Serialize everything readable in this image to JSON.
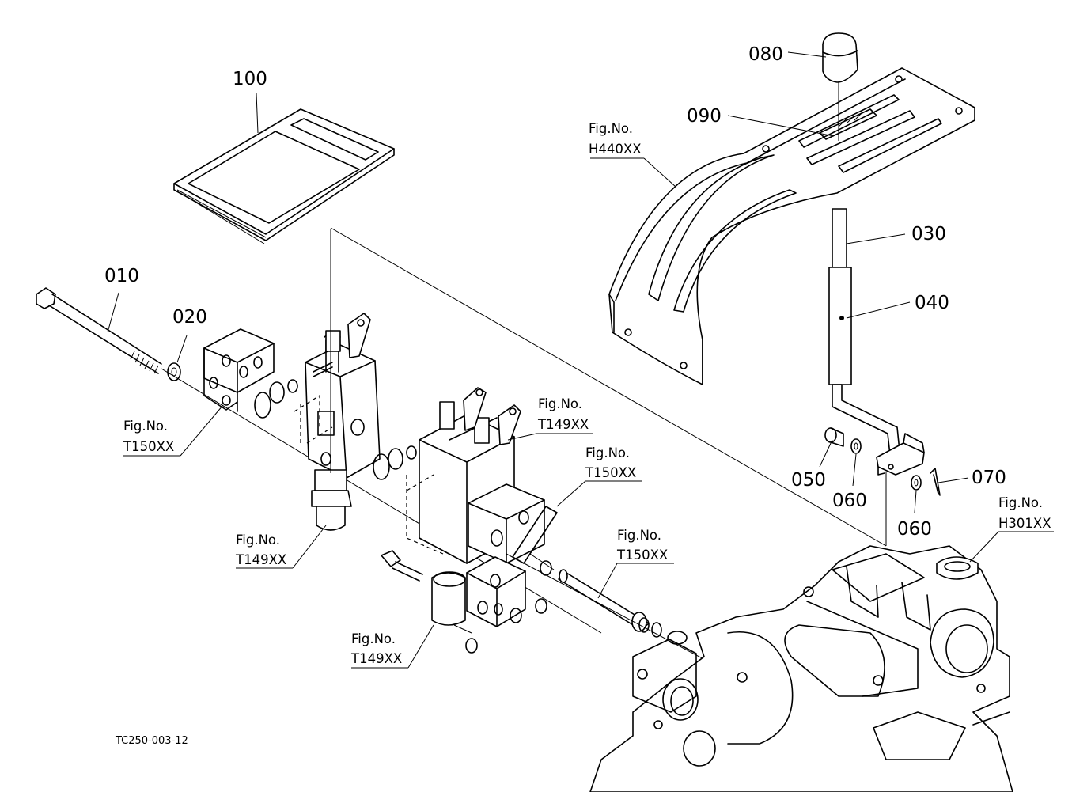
{
  "labels": {
    "p010": "010",
    "p020": "020",
    "p030": "030",
    "p040": "040",
    "p050": "050",
    "p060a": "060",
    "p060b": "060",
    "p070": "070",
    "p080": "080",
    "p090": "090",
    "p100": "100"
  },
  "figrefs": {
    "fig_prefix": "Fig.No.",
    "h440": "H440XX",
    "t150_left": "T150XX",
    "t149_lower_left": "T149XX",
    "t149_right": "T149XX",
    "t150_right": "T150XX",
    "t150_pipe": "T150XX",
    "t149_bottom": "T149XX",
    "h301": "H301XX"
  },
  "caption": "TC250-003-12"
}
